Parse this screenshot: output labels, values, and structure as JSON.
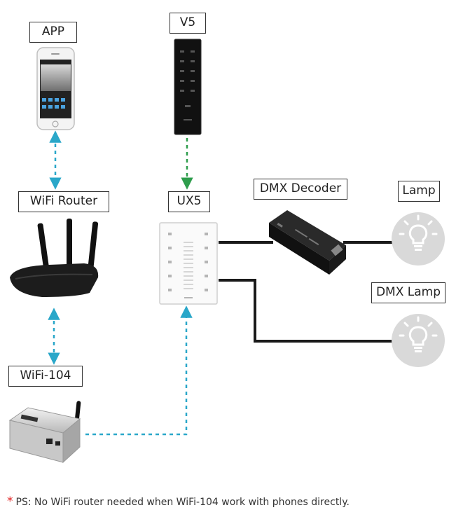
{
  "labels": {
    "app": "APP",
    "v5": "V5",
    "wifi_router": "WiFi Router",
    "ux5": "UX5",
    "dmx_decoder": "DMX Decoder",
    "lamp": "Lamp",
    "dmx_lamp": "DMX Lamp",
    "wifi_104": "WiFi-104"
  },
  "note": {
    "symbol": "*",
    "text": "PS: No WiFi router needed when WiFi-104 work with phones directly."
  },
  "colors": {
    "wifi_link": "#2aa7c9",
    "remote_link": "#2e9d4c",
    "wire": "#1a1a1a",
    "note_symbol": "#e02020"
  }
}
